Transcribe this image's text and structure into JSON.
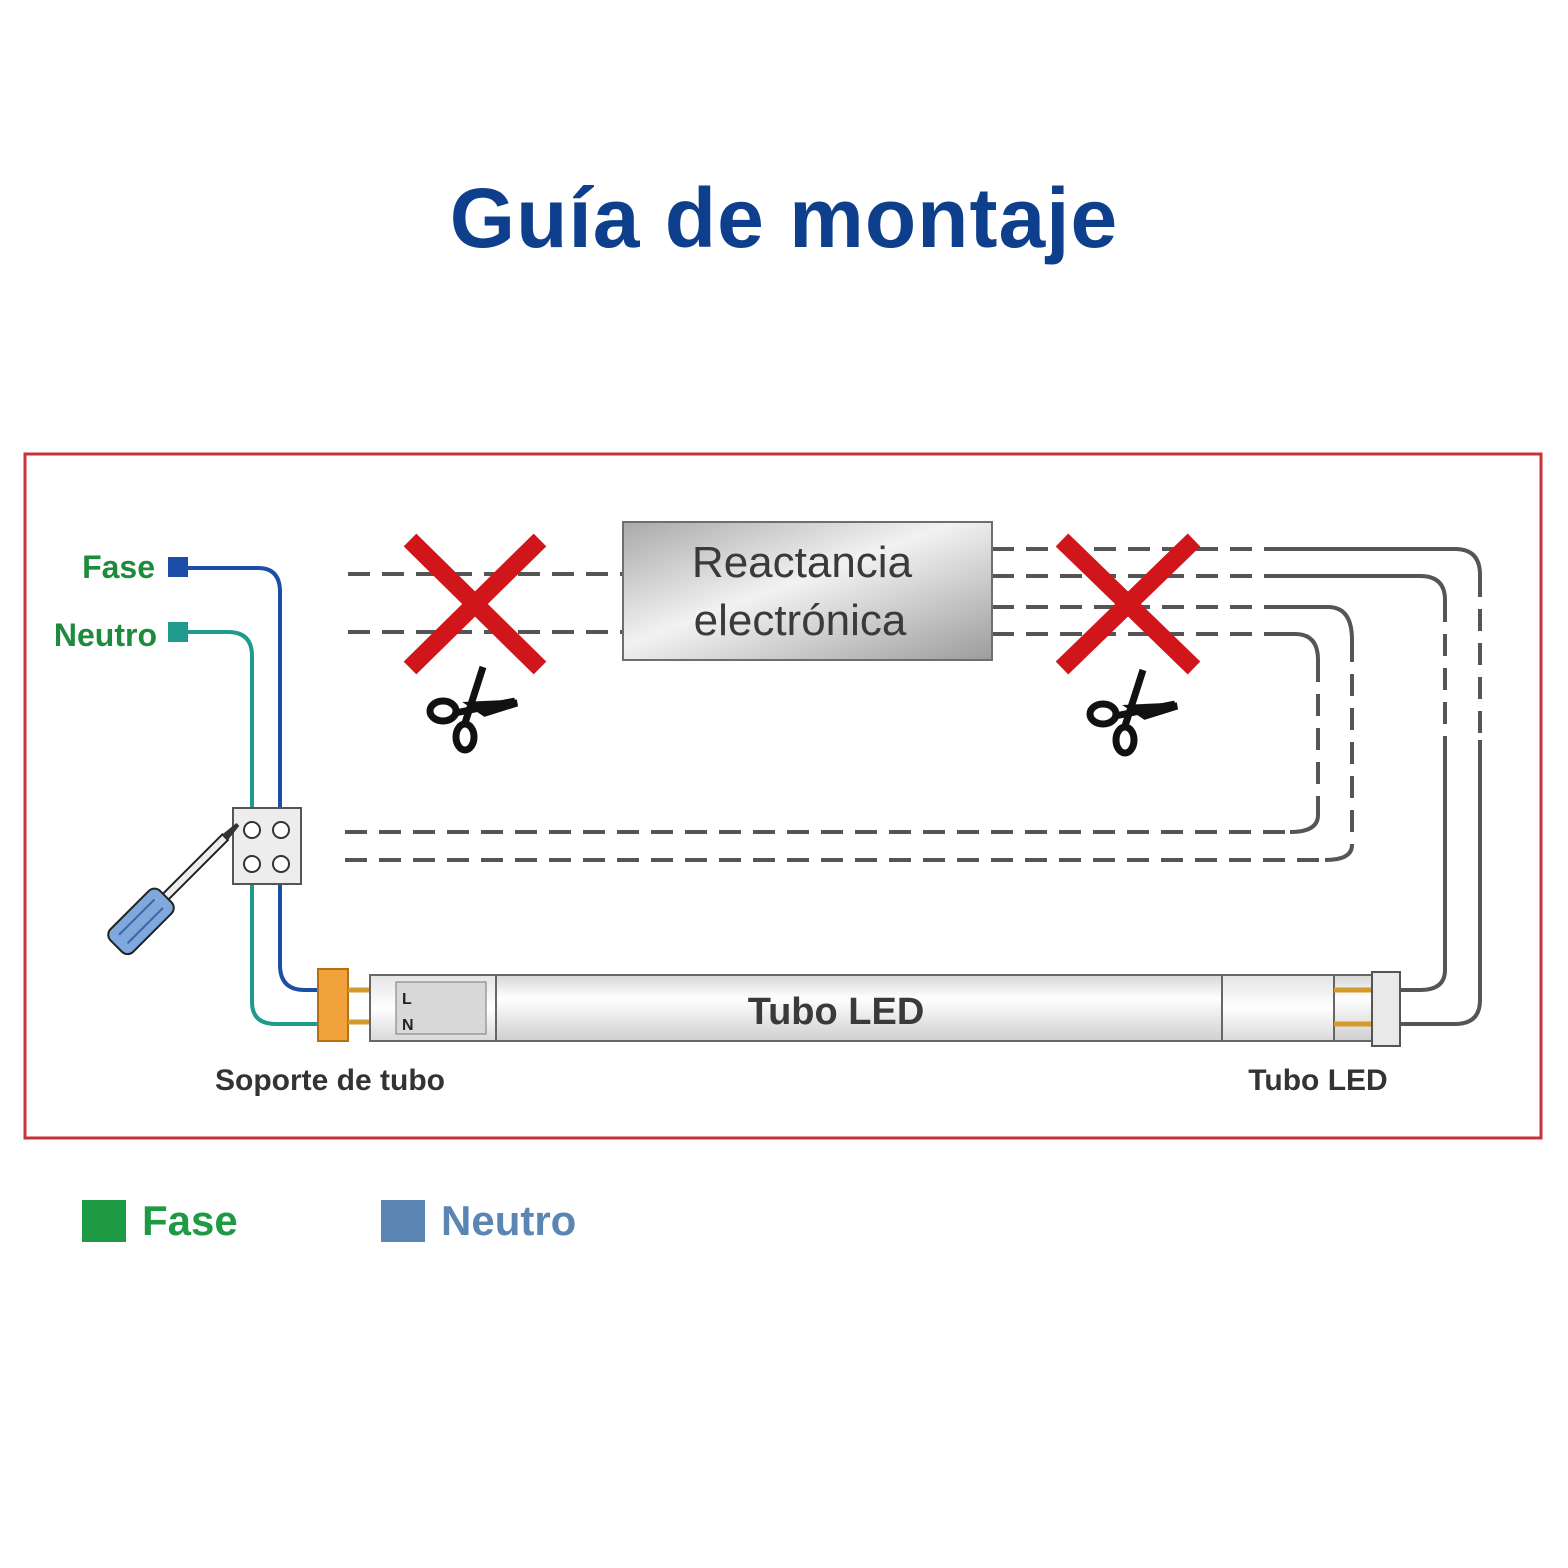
{
  "title": "Guía de montaje",
  "diagram": {
    "labels": {
      "fase": "Fase",
      "neutro": "Neutro",
      "ballast_line1": "Reactancia",
      "ballast_line2": "electrónica",
      "tube_center": "Tubo LED",
      "tube_l": "L",
      "tube_n": "N",
      "holder": "Soporte de tubo",
      "tube_end": "Tubo LED"
    },
    "icons": [
      "scissors-icon",
      "cross-icon",
      "screwdriver-icon",
      "terminal-block-icon"
    ]
  },
  "legend": [
    {
      "label": "Fase",
      "color": "#1e9a45"
    },
    {
      "label": "Neutro",
      "color": "#5b86b4"
    }
  ],
  "colors": {
    "title": "#0e3f8c",
    "frame": "#c8323a",
    "fase_wire": "#1c4ea8",
    "neutro_wire": "#1f9a8c",
    "label_green": "#1e8a3c",
    "cross": "#d0161b",
    "holder_orange": "#f2a23a",
    "dash_gray": "#555555"
  }
}
